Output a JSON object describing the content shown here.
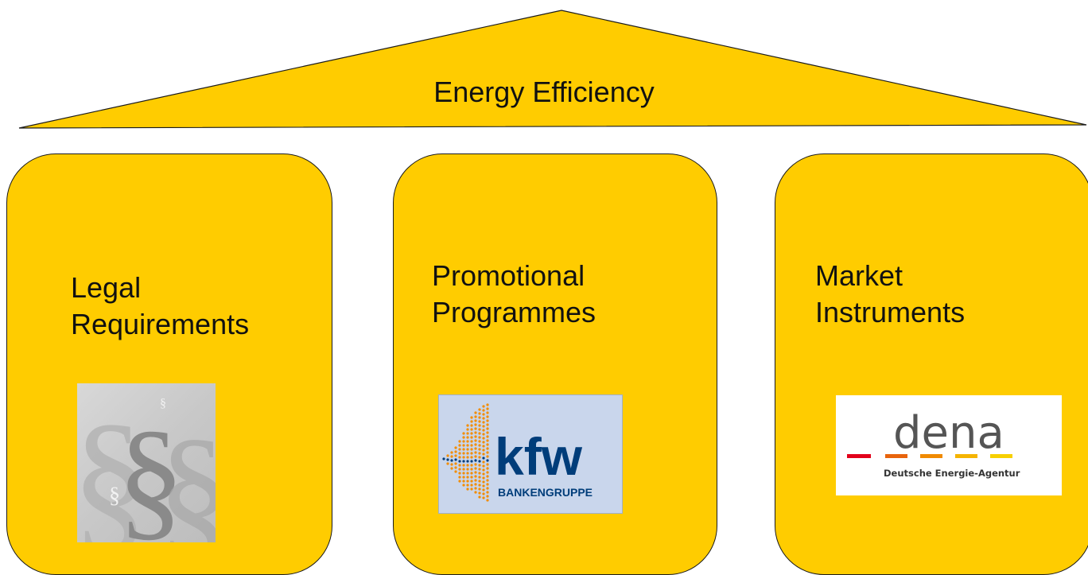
{
  "diagram": {
    "roof": {
      "title": "Energy Efficiency"
    },
    "pillars": [
      {
        "label_lines": [
          "Legal",
          "Requirements"
        ]
      },
      {
        "label_lines": [
          "Promotional",
          "Programmes"
        ]
      },
      {
        "label_lines": [
          "Market",
          "Instruments"
        ]
      }
    ],
    "logos": {
      "legal": {
        "symbol": "§",
        "icon": "paragraph-sign-icon"
      },
      "kfw": {
        "wordmark": "kfw",
        "subtitle": "BANKENGRUPPE"
      },
      "dena": {
        "wordmark": "dena",
        "subtitle": "Deutsche Energie-Agentur"
      }
    },
    "colors": {
      "fill": "#ffcc00",
      "outline": "#1a1a1a",
      "kfw_blue": "#003d7a",
      "kfw_orange": "#f28c00",
      "dena_red": "#e2001a"
    }
  }
}
